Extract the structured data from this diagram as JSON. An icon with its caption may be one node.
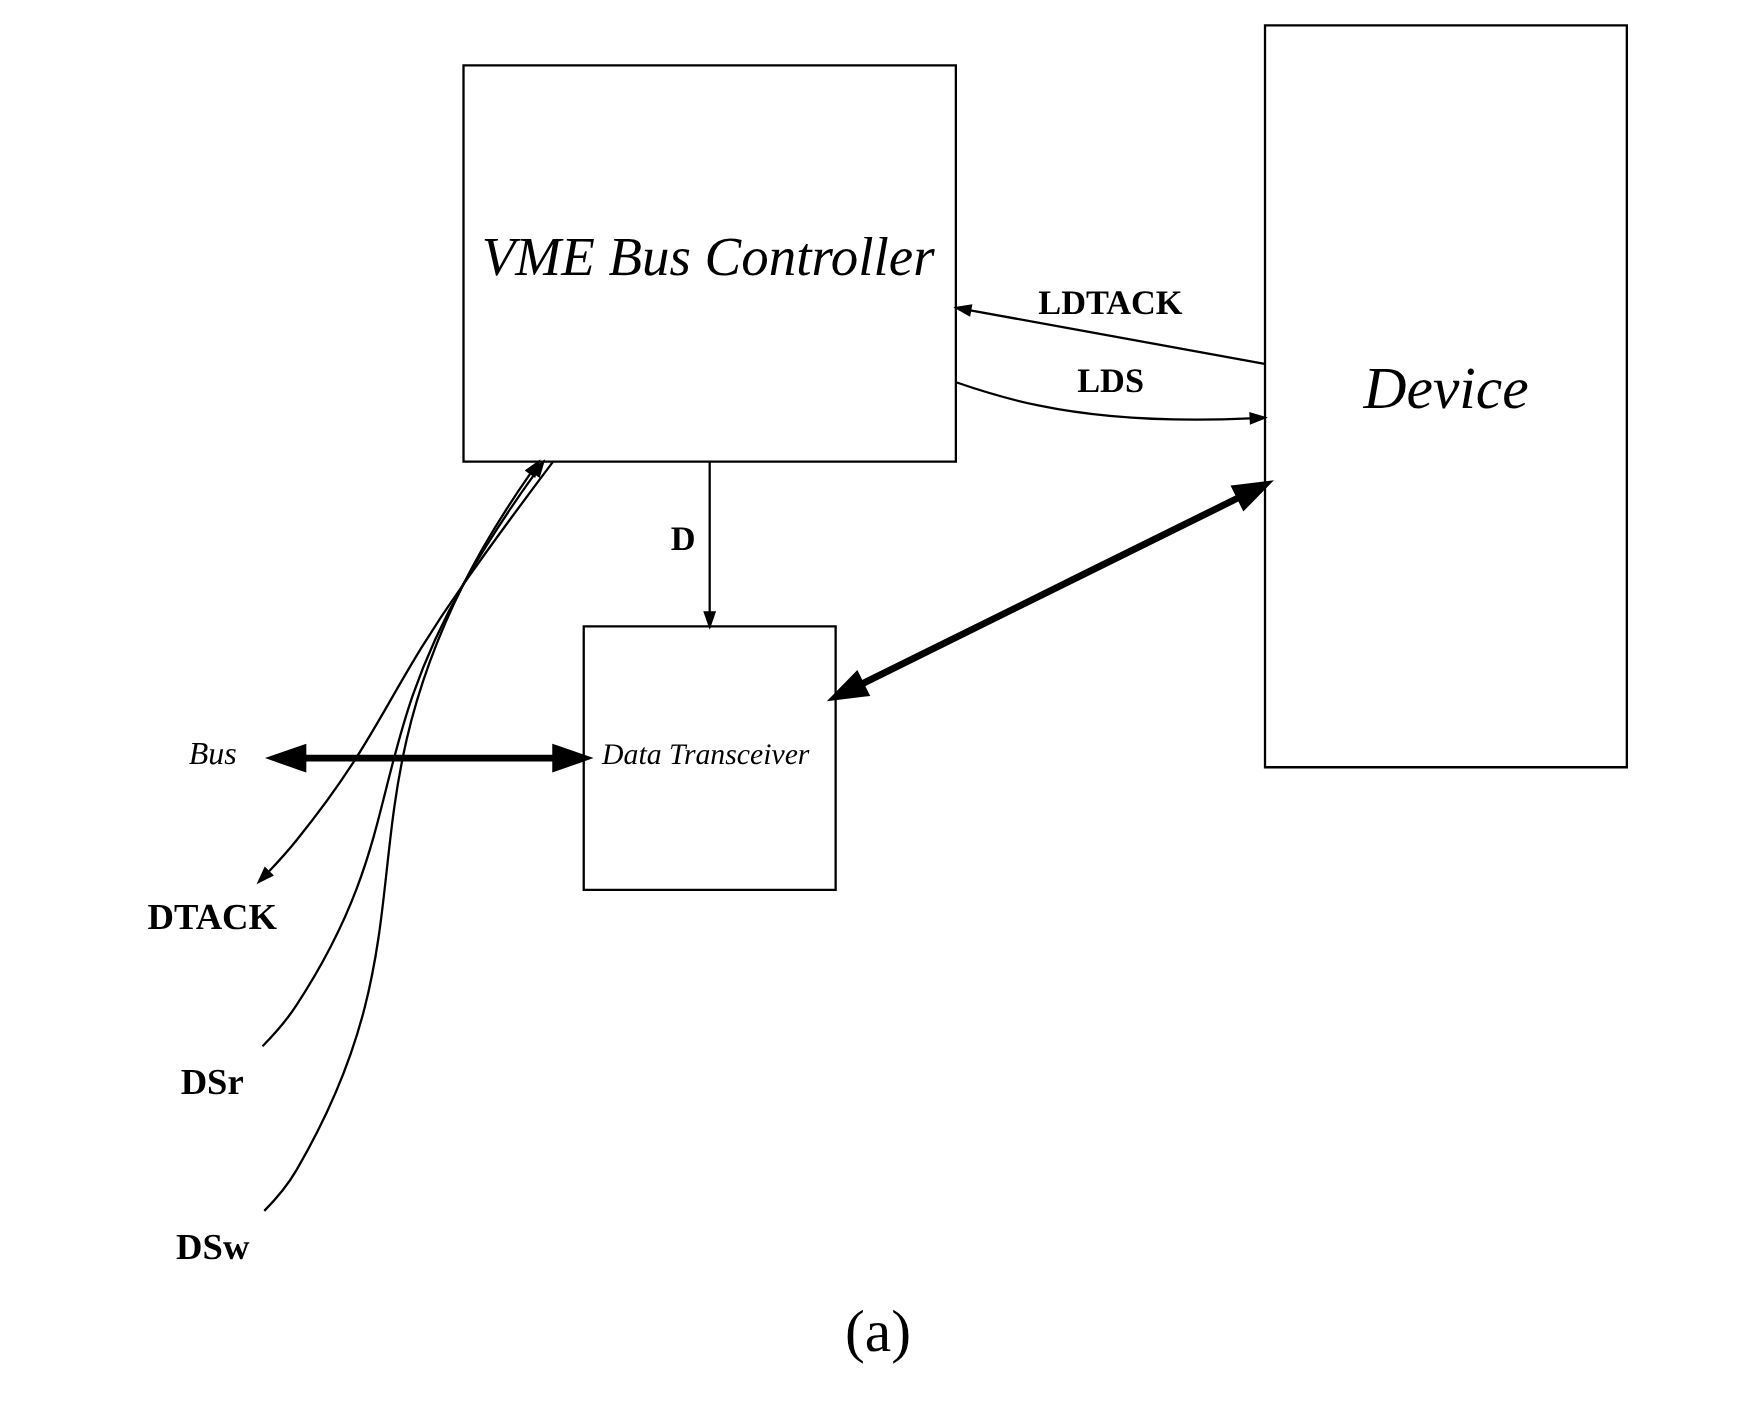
{
  "diagram": {
    "caption": "(a)",
    "nodes": [
      {
        "text": [
          "Bus"
        ]
      },
      {
        "text": [
          "Data Transceiver"
        ]
      },
      {
        "text": [
          "Device"
        ]
      },
      {
        "text": [
          "VME Bus Controller"
        ]
      },
      {
        "text": [
          "DSr"
        ]
      },
      {
        "text": [
          "DSw"
        ]
      },
      {
        "text": [
          "DTACK"
        ]
      }
    ],
    "edges": [
      {
        "from": 0,
        "to": 1,
        "arrow": "both",
        "style": "thick"
      },
      {
        "from": 1,
        "to": 2,
        "arrow": "both",
        "style": "thick"
      },
      {
        "from": 3,
        "to": 1,
        "arrow": "to",
        "label": "D"
      },
      {
        "from": 4,
        "to": 3,
        "arrow": "to"
      },
      {
        "from": 5,
        "to": 3,
        "arrow": "to"
      },
      {
        "from": 3,
        "to": 6,
        "arrow": "to"
      },
      {
        "from": 3,
        "to": 2,
        "arrow": "to",
        "label": "LDS"
      },
      {
        "from": 2,
        "to": 3,
        "arrow": "to",
        "label": "LDTACK"
      }
    ]
  }
}
